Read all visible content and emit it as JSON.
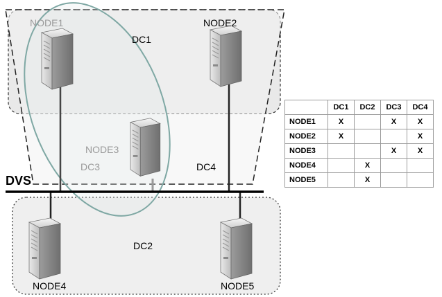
{
  "labels": {
    "dvs": "DVS",
    "dc1": "DC1",
    "dc2": "DC2",
    "dc3": "DC3",
    "dc4": "DC4",
    "node1": "NODE1",
    "node2": "NODE2",
    "node3": "NODE3",
    "node4": "NODE4",
    "node5": "NODE5"
  },
  "colors": {
    "ellipse_stroke": "#7fa8a4",
    "region_fill": "#ededed",
    "label_gray": "#9a9a9a"
  },
  "table": {
    "columns": [
      "DC1",
      "DC2",
      "DC3",
      "DC4"
    ],
    "rows": [
      {
        "node": "NODE1",
        "cells": [
          "X",
          "",
          "X",
          "X"
        ]
      },
      {
        "node": "NODE2",
        "cells": [
          "X",
          "",
          "",
          "X"
        ]
      },
      {
        "node": "NODE3",
        "cells": [
          "",
          "",
          "X",
          "X"
        ]
      },
      {
        "node": "NODE4",
        "cells": [
          "",
          "X",
          "",
          ""
        ]
      },
      {
        "node": "NODE5",
        "cells": [
          "",
          "X",
          "",
          ""
        ]
      }
    ]
  }
}
